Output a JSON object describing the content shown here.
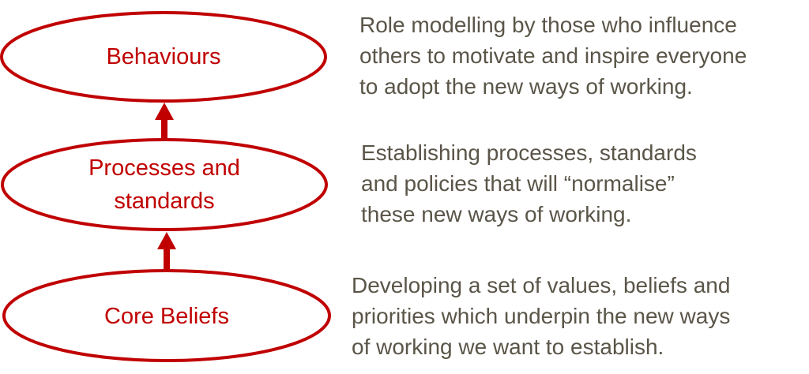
{
  "colors": {
    "accent": "#c00000",
    "text": "#5a5548"
  },
  "nodes": [
    {
      "label_lines": [
        "Behaviours"
      ],
      "description_lines": [
        "Role modelling by those who influence",
        "others to motivate and inspire everyone",
        "to adopt the new ways of working."
      ]
    },
    {
      "label_lines": [
        "Processes and",
        "standards"
      ],
      "description_lines": [
        "Establishing processes, standards",
        "and policies that will “normalise”",
        "these new ways of working."
      ]
    },
    {
      "label_lines": [
        "Core Beliefs"
      ],
      "description_lines": [
        "Developing a set of values, beliefs and",
        "priorities which underpin the new ways",
        "of working we want to establish."
      ]
    }
  ]
}
